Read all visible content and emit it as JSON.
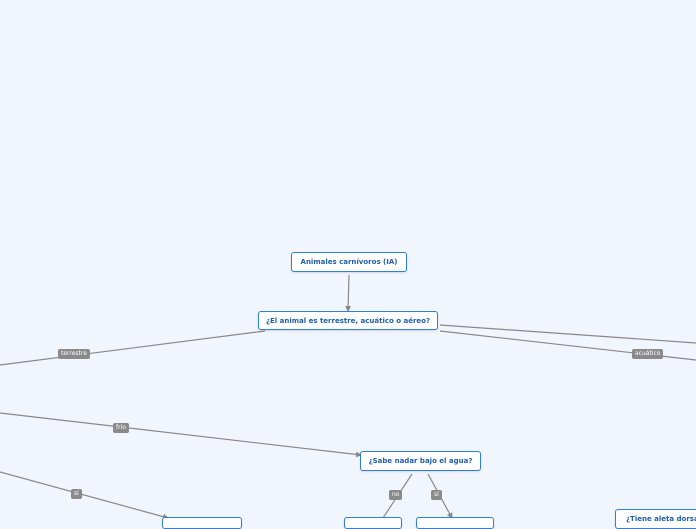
{
  "nodes": {
    "root": "Animales carnívoros (IA)",
    "question_habitat": "¿El animal es terrestre, acuático o aéreo?",
    "question_swim": "¿Sabe nadar bajo el agua?",
    "question_partial": "¿Tiene aleta dorsal?"
  },
  "edge_labels": {
    "terrestre": "terrestre",
    "acuatico": "acuático",
    "frio": "frío",
    "si_left": "sí",
    "no": "no",
    "si_right": "sí"
  },
  "colors": {
    "background": "#f1f5fd",
    "node_border": "#2f7fd3",
    "node_text": "#1e5fae",
    "edge": "#888888",
    "edge_label_bg": "#8a8a8a"
  }
}
